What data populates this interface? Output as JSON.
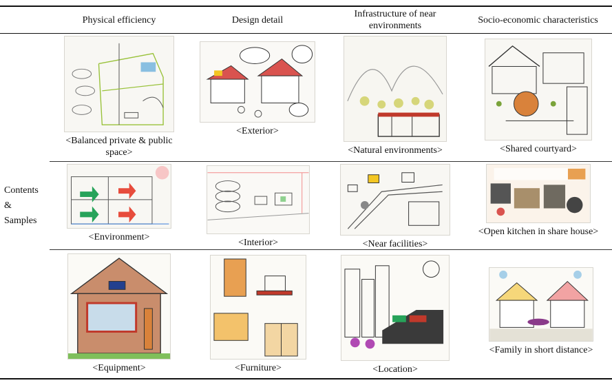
{
  "table": {
    "headers": [
      "Physical efficiency",
      "Design detail",
      "Infrastructure of near environments",
      "Socio-economic characteristics"
    ],
    "row_header": [
      "Contents",
      "&",
      "Samples"
    ],
    "rows": [
      [
        "<Balanced private & public space>",
        "<Exterior>",
        "<Natural environments>",
        "<Shared courtyard>"
      ],
      [
        "<Environment>",
        "<Interior>",
        "<Near facilities>",
        "<Open kitchen in share house>"
      ],
      [
        "<Equipment>",
        "<Furniture>",
        "<Location>",
        "<Family in short distance>"
      ]
    ]
  }
}
